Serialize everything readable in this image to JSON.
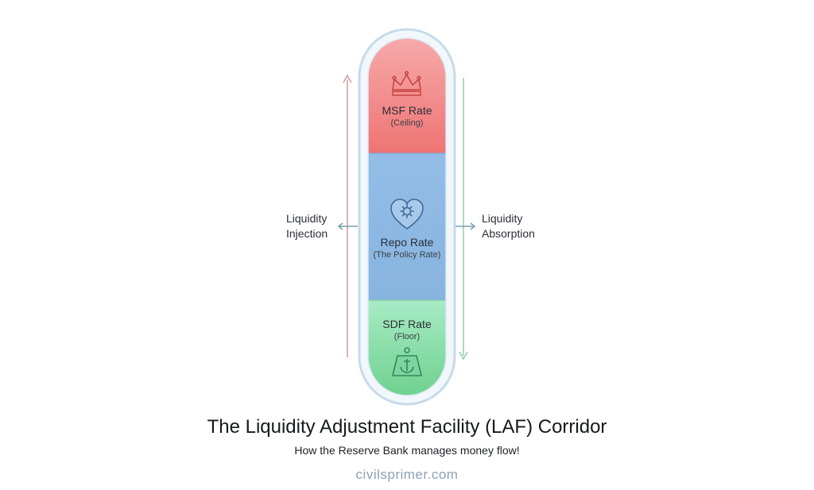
{
  "diagram": {
    "bands": [
      {
        "id": "msf",
        "title": "MSF Rate",
        "subtitle": "(Ceiling)",
        "icon": "crown-icon",
        "color": "#ef7d7d"
      },
      {
        "id": "repo",
        "title": "Repo Rate",
        "subtitle": "(The Policy Rate)",
        "icon": "heart-gear-icon",
        "color": "#8db8e3"
      },
      {
        "id": "sdf",
        "title": "SDF Rate",
        "subtitle": "(Floor)",
        "icon": "anchor-weight-icon",
        "color": "#86dba8"
      }
    ],
    "left_label": {
      "line1": "Liquidity",
      "line2": "Injection"
    },
    "right_label": {
      "line1": "Liquidity",
      "line2": "Absorption"
    }
  },
  "title": "The Liquidity Adjustment Facility (LAF) Corridor",
  "subtitle": "How the Reserve Bank manages money flow!",
  "brand": "civilsprimer.com"
}
